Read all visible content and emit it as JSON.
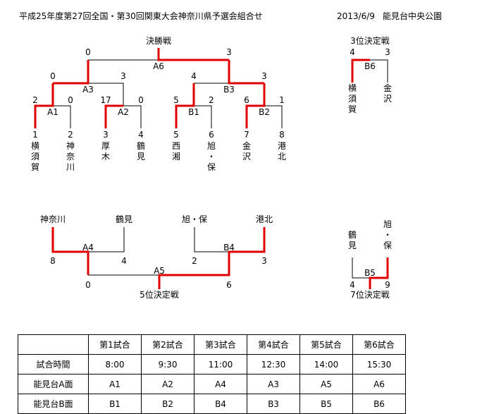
{
  "header": {
    "title": "平成25年度第27回全国・第30回関東大会神奈川県予選会組合せ",
    "date": "2013/6/9",
    "venue": "能見台中央公園"
  },
  "main_bracket": {
    "final_label": "決勝戦",
    "teams": [
      "横須賀",
      "神奈川",
      "厚木",
      "鶴見",
      "西湘",
      "旭・保",
      "金沢",
      "港北"
    ],
    "seeds": [
      "1",
      "2",
      "3",
      "4",
      "5",
      "6",
      "7",
      "8"
    ],
    "games": [
      {
        "id": "A1",
        "score_left": "2",
        "score_right": "0"
      },
      {
        "id": "A2",
        "score_left": "17",
        "score_right": "0"
      },
      {
        "id": "B1",
        "score_left": "5",
        "score_right": "2"
      },
      {
        "id": "B2",
        "score_left": "6",
        "score_right": "1"
      },
      {
        "id": "A3",
        "score_left": "0",
        "score_right": "3"
      },
      {
        "id": "B3",
        "score_left": "4",
        "score_right": "3"
      },
      {
        "id": "A6",
        "score_left": "0",
        "score_right": "3"
      }
    ]
  },
  "third_place": {
    "label": "3位決定戦",
    "game": "B6",
    "score_left": "4",
    "score_right": "3",
    "team_left": "横須賀",
    "team_right": "金沢"
  },
  "fifth_bracket": {
    "label": "5位決定戦",
    "teams": [
      "神奈川",
      "鶴見",
      "旭・保",
      "港北"
    ],
    "games": [
      {
        "id": "A4",
        "score_left": "8",
        "score_right": "4"
      },
      {
        "id": "B4",
        "score_left": "2",
        "score_right": "3"
      },
      {
        "id": "A5",
        "score_left": "0",
        "score_right": "6"
      }
    ]
  },
  "seventh_place": {
    "label": "7位決定戦",
    "game": "B5",
    "score_left": "4",
    "score_right": "9",
    "team_left": "鶴見",
    "team_right": "旭・保"
  },
  "schedule": {
    "headers": [
      "",
      "第1試合",
      "第2試合",
      "第3試合",
      "第4試合",
      "第5試合",
      "第6試合"
    ],
    "rows": [
      [
        "試合時間",
        "8:00",
        "9:30",
        "11:00",
        "12:30",
        "14:00",
        "15:30"
      ],
      [
        "能見台A面",
        "A1",
        "A2",
        "A4",
        "A3",
        "A5",
        "A6"
      ],
      [
        "能見台B面",
        "B1",
        "B2",
        "B4",
        "B3",
        "B5",
        "B6"
      ]
    ]
  },
  "colors": {
    "winner_line": "#e00000",
    "loser_line": "#000000"
  }
}
